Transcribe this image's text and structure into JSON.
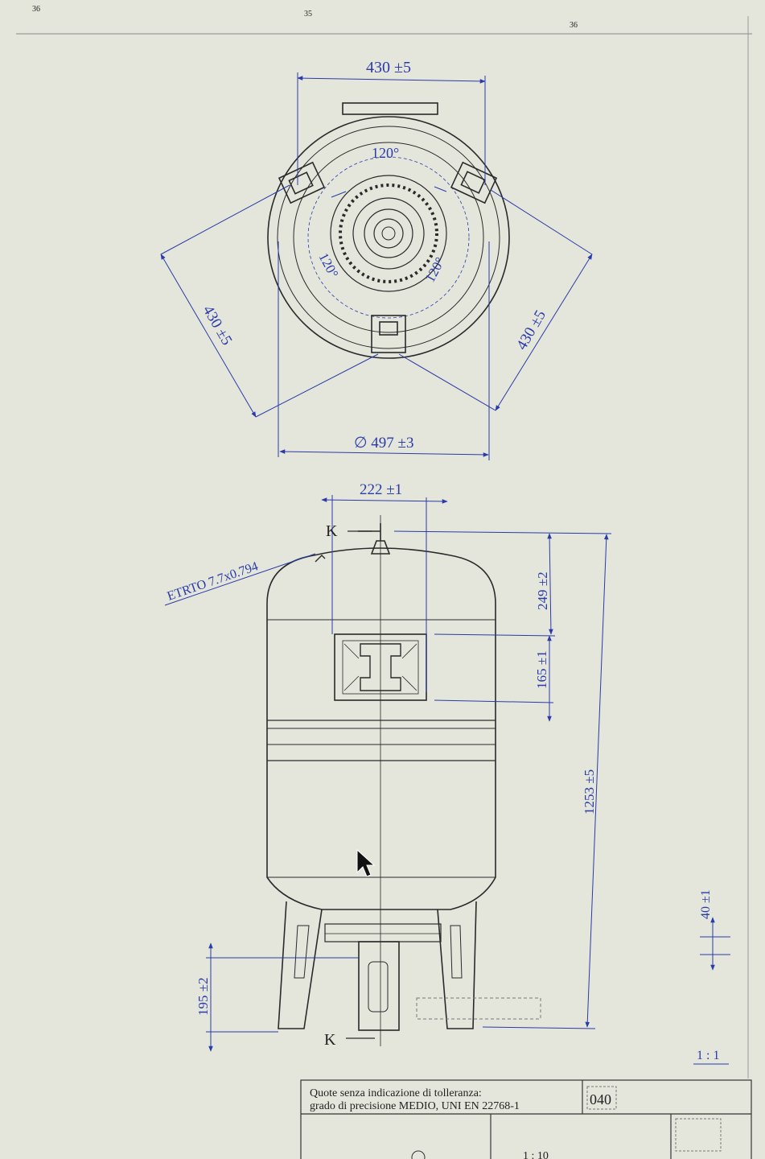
{
  "colors": {
    "paper": "#e4e6dc",
    "ink": "#2a2a2a",
    "dimension": "#2a3aa8"
  },
  "sheet": {
    "corner_marks": [
      "36",
      "35",
      "36"
    ]
  },
  "top_view": {
    "dim_width": "430 ±5",
    "dim_left": "430 ±5",
    "dim_right": "430 ±5",
    "angle_top": "120°",
    "angle_left": "120°",
    "angle_right": "120°",
    "dim_diameter": "∅ 497 ±3"
  },
  "side_view": {
    "dim_offset": "222 ±1",
    "section_mark_top": "K",
    "section_mark_bottom": "K",
    "valve_label": "ETRTO 7.7x0.794",
    "dim_top_to_bracket": "249 ±2",
    "dim_bracket": "165 ±1",
    "dim_height": "1253 ±5",
    "dim_foot": "195 ±2",
    "dim_detail": "40 ±1",
    "detail_scale": "1 : 1"
  },
  "title_block": {
    "tolerance_note_1": "Quote senza indicazione di tolleranza:",
    "tolerance_note_2": "grado di precisione MEDIO, UNI EN 22768-1",
    "code": "040",
    "scale_partial": "1 : 10"
  }
}
